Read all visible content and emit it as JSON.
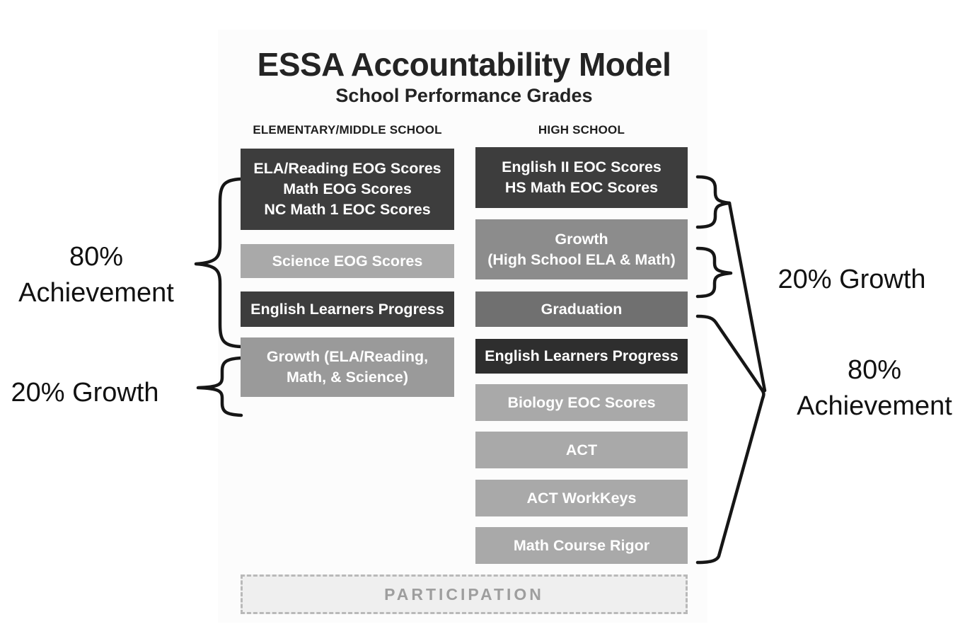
{
  "title": "ESSA Accountability Model",
  "subtitle": "School Performance Grades",
  "left_column": {
    "header": "ELEMENTARY/MIDDLE SCHOOL",
    "boxes": [
      {
        "lines": [
          "ELA/Reading EOG Scores",
          "Math EOG Scores",
          "NC Math 1 EOC Scores"
        ],
        "shade": "dark"
      },
      {
        "lines": [
          "Science EOG Scores"
        ],
        "shade": "light"
      },
      {
        "lines": [
          "English Learners Progress"
        ],
        "shade": "dark"
      },
      {
        "lines": [
          "Growth (ELA/Reading,",
          "Math, & Science)"
        ],
        "shade": "medium-light"
      }
    ]
  },
  "right_column": {
    "header": "HIGH SCHOOL",
    "boxes": [
      {
        "lines": [
          "English II EOC Scores",
          "HS Math EOC Scores"
        ],
        "shade": "dark"
      },
      {
        "lines": [
          "Growth",
          "(High School ELA & Math)"
        ],
        "shade": "medium"
      },
      {
        "lines": [
          "Graduation"
        ],
        "shade": "medium-dark"
      },
      {
        "lines": [
          "English Learners Progress"
        ],
        "shade": "darkest"
      },
      {
        "lines": [
          "Biology EOC Scores"
        ],
        "shade": "light"
      },
      {
        "lines": [
          "ACT"
        ],
        "shade": "light"
      },
      {
        "lines": [
          "ACT WorkKeys"
        ],
        "shade": "light"
      },
      {
        "lines": [
          "Math Course Rigor"
        ],
        "shade": "light"
      }
    ]
  },
  "participation_label": "PARTICIPATION",
  "annotations": {
    "left_achievement": {
      "line1": "80%",
      "line2": "Achievement"
    },
    "left_growth": "20% Growth",
    "right_growth": "20% Growth",
    "right_achievement": {
      "line1": "80%",
      "line2": "Achievement"
    }
  },
  "palette": {
    "box_dark": "#3d3d3d",
    "box_darkest": "#2e2e2e",
    "box_medium": "#8c8c8c",
    "box_medium_dark": "#707070",
    "box_medium_light": "#9a9a9a",
    "box_light": "#a9a9a9",
    "box_text": "#ffffff",
    "bracket": "#161616",
    "participation_bg": "#efefef",
    "participation_border": "#b9b9b9",
    "participation_text": "#9e9e9e"
  }
}
